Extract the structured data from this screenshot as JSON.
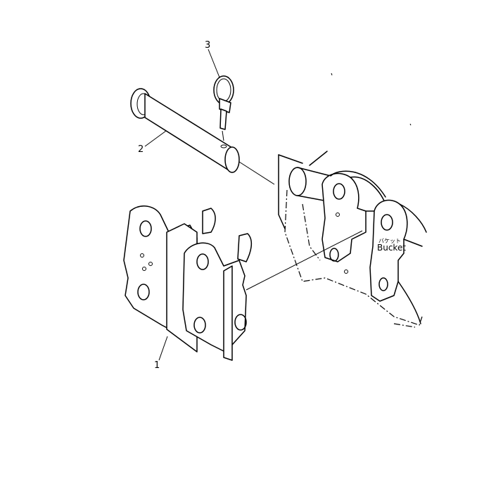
{
  "callouts": {
    "item1": "1",
    "item2": "2",
    "item3": "3"
  },
  "bucket_label": {
    "jp": "バケット",
    "en": "Bucket"
  },
  "colors": {
    "line": "#000000",
    "background": "#ffffff"
  }
}
